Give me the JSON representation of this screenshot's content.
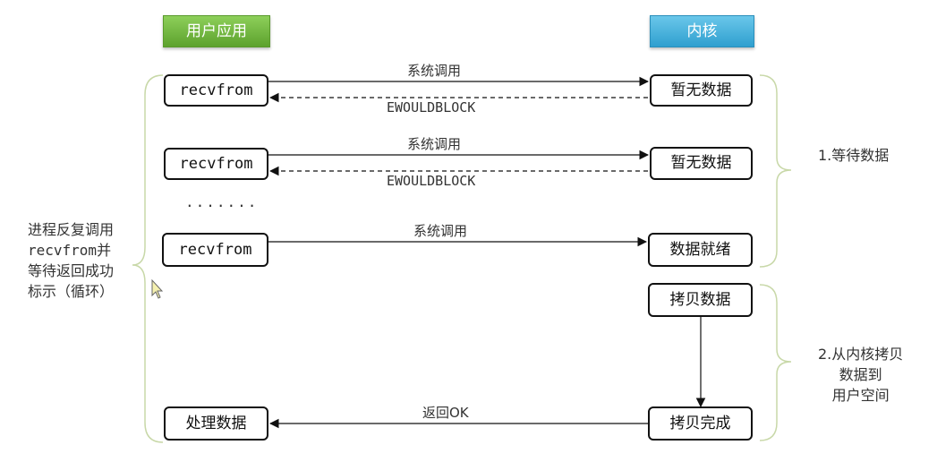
{
  "headers": {
    "user_app": "用户应用",
    "kernel": "内核"
  },
  "user_boxes": [
    "recvfrom",
    "recvfrom",
    "recvfrom",
    "处理数据"
  ],
  "kernel_boxes": [
    "暂无数据",
    "暂无数据",
    "数据就绪",
    "拷贝数据",
    "拷贝完成"
  ],
  "arrows": {
    "syscall_1": "系统调用",
    "ewouldblock_1": "EWOULDBLOCK",
    "syscall_2": "系统调用",
    "ewouldblock_2": "EWOULDBLOCK",
    "syscall_3": "系统调用",
    "return_ok": "返回OK"
  },
  "ellipsis": ".......",
  "left_note": [
    "进程反复调用",
    "recvfrom并",
    "等待返回成功",
    "标示（循环）"
  ],
  "phases": {
    "phase1": "1.等待数据",
    "phase2": [
      "2.从内核拷贝",
      "数据到",
      "用户空间"
    ]
  },
  "colors": {
    "user_header": "#6cb43c",
    "kernel_header": "#3aaed8",
    "brace": "#c8d8a8"
  }
}
